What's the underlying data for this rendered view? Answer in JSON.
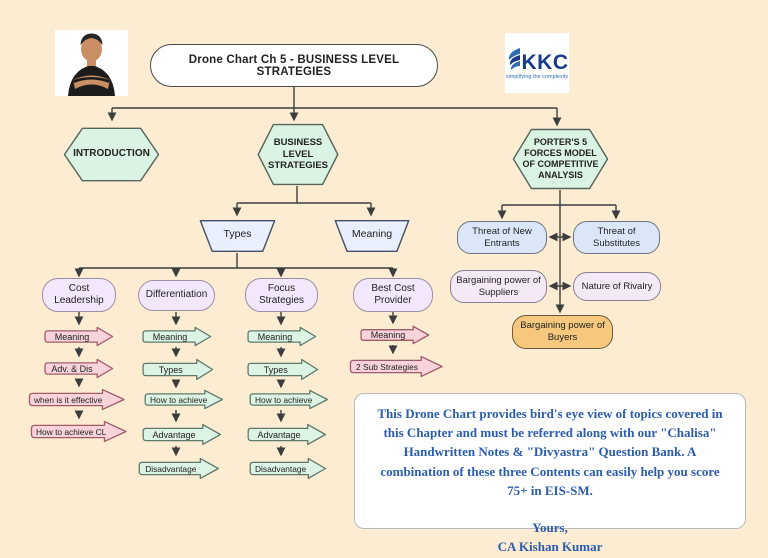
{
  "header": {
    "title": "Drone Chart Ch 5 - BUSINESS LEVEL STRATEGIES",
    "logo_text": "KKC",
    "logo_tagline": "simplifying the complexity"
  },
  "level1": {
    "introduction": "INTRODUCTION",
    "business_level_strategies": "BUSINESS LEVEL STRATEGIES",
    "porters_model": "PORTER'S 5 FORCES MODEL OF COMPETITIVE ANALYSIS"
  },
  "level2": {
    "types": "Types",
    "meaning": "Meaning"
  },
  "strategies": [
    {
      "name": "Cost Leadership",
      "items": [
        "Meaning",
        "Adv. & Dis",
        "when is it effective",
        "How to achieve CL"
      ]
    },
    {
      "name": "Differentiation",
      "items": [
        "Meaning",
        "Types",
        "How to achieve",
        "Advantage",
        "Disadvantage"
      ]
    },
    {
      "name": "Focus Strategies",
      "items": [
        "Meaning",
        "Types",
        "How to achieve",
        "Advantage",
        "Disadvantage"
      ]
    },
    {
      "name": "Best Cost Provider",
      "items": [
        "Meaning",
        "2 Sub Strategies"
      ]
    }
  ],
  "porter_forces": {
    "threat_new_entrants": "Threat of New Entrants",
    "threat_substitutes": "Threat of Substitutes",
    "bargaining_suppliers": "Bargaining power of Suppliers",
    "nature_rivalry": "Nature of Rivalry",
    "bargaining_buyers": "Bargaining power of Buyers"
  },
  "note": {
    "body": "This Drone Chart provides bird's eye view of topics covered in this Chapter and must be referred along with our \"Chalisa\" Handwritten Notes & \"Divyastra\" Question Bank. A combination of these three Contents can easily help you score 75+ in EIS-SM.",
    "signoff": "Yours,",
    "author": "CA Kishan Kumar"
  },
  "colors": {
    "background": "#fcecd2",
    "hexagon_fill": "#daf3e2",
    "trapezoid_fill": "#e9effc",
    "pill_fill": "#f3e8fb",
    "arrow_pink_fill": "#f8d3d9",
    "arrow_green_fill": "#ddf3e3",
    "force_blue_fill": "#dbe7f9",
    "force_purple_fill": "#f6e9f7",
    "force_orange_fill": "#f6c87d",
    "note_text": "#2b5cad",
    "logo_blue": "#1b3a8c",
    "connector": "#3d3d3d"
  }
}
